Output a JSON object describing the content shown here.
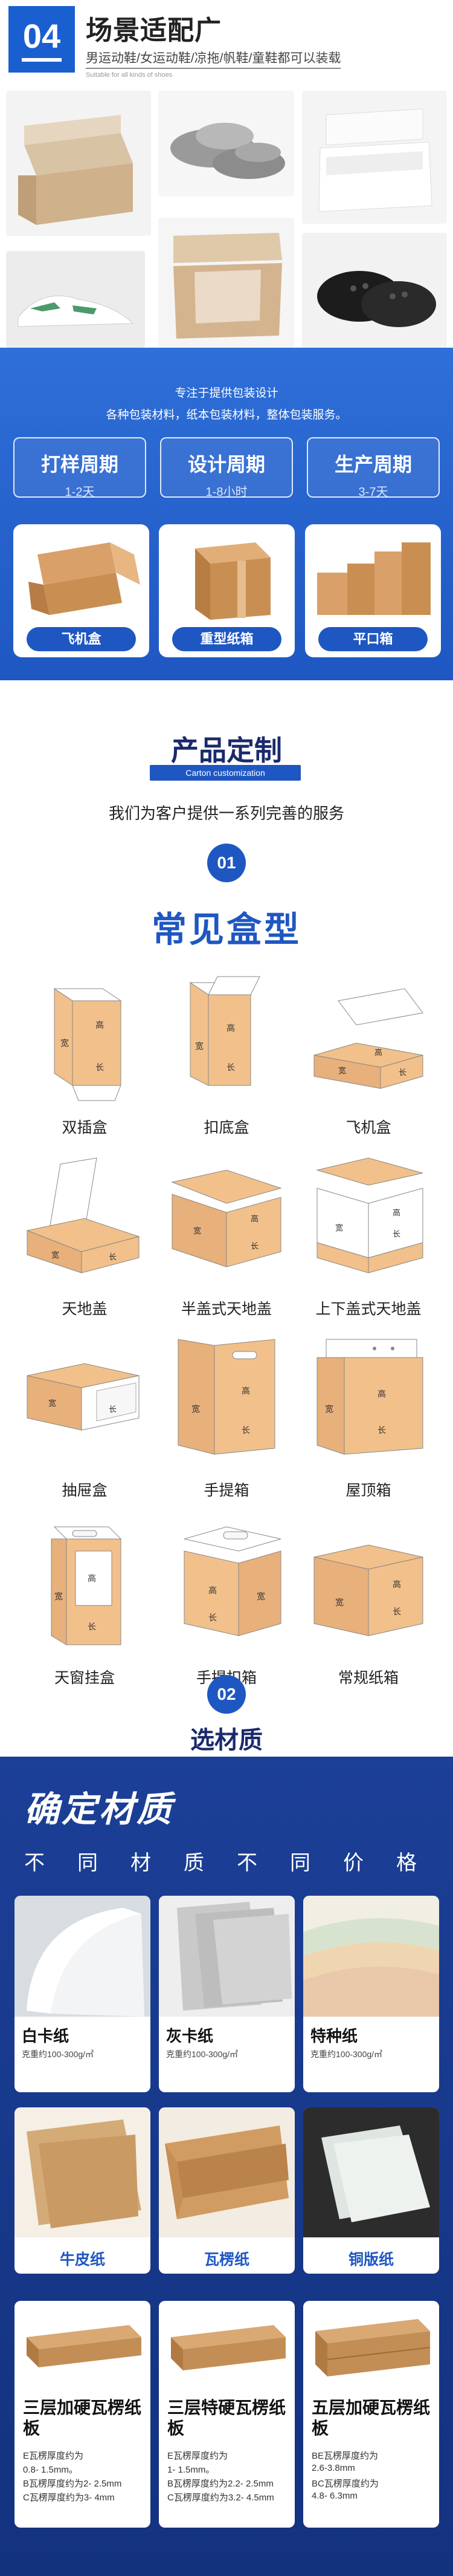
{
  "scene": {
    "number": "04",
    "title": "场景适配广",
    "subtitle": "男运动鞋/女运动鞋/凉拖/帆鞋/童鞋都可以装载",
    "subtitle_en": "Suitable for all kinds of shoes"
  },
  "design": {
    "line1": "专注于提供包装设计",
    "line2": "各种包装材料，纸本包装材料，整体包装服务。",
    "cycles": [
      {
        "title": "打样周期",
        "value": "1-2天"
      },
      {
        "title": "设计周期",
        "value": "1-8小时"
      },
      {
        "title": "生产周期",
        "value": "3-7天"
      }
    ],
    "box_types": [
      {
        "label": "飞机盒"
      },
      {
        "label": "重型纸箱"
      },
      {
        "label": "平口箱"
      }
    ]
  },
  "custom": {
    "title": "产品定制",
    "title_en": "Carton customization",
    "desc": "我们为客户提供一系列完善的服务",
    "step1": "01",
    "heading": "常见盒型",
    "box_labels": [
      "双插盒",
      "扣底盒",
      "飞机盒",
      "天地盖",
      "半盖式天地盖",
      "上下盖式天地盖",
      "抽屉盒",
      "手提箱",
      "屋顶箱",
      "天窗挂盒",
      "手提扣箱",
      "常规纸箱"
    ],
    "dim_labels": {
      "w": "宽",
      "h": "高",
      "l": "长"
    },
    "step2": "02",
    "step2_title": "选材质"
  },
  "material": {
    "title": "确定材质",
    "subtitle_chars": [
      "不",
      "同",
      "材",
      "质",
      "不",
      "同",
      "价",
      "格"
    ],
    "papers": [
      {
        "name": "白卡纸",
        "desc": "克重约100-300g/㎡"
      },
      {
        "name": "灰卡纸",
        "desc": "克重约100-300g/㎡"
      },
      {
        "name": "特种纸",
        "desc": "克重约100-300g/㎡"
      }
    ],
    "papers2": [
      {
        "name": "牛皮纸"
      },
      {
        "name": "瓦楞纸"
      },
      {
        "name": "铜版纸"
      }
    ],
    "flutes": [
      {
        "name": "三层加硬瓦楞纸板",
        "lines": [
          "E瓦楞厚度约为",
          "0.8- 1.5mm。",
          "B瓦楞厚度约为2- 2.5mm",
          "C瓦楞厚度约为3- 4mm"
        ]
      },
      {
        "name": "三层特硬瓦楞纸板",
        "lines": [
          "E瓦楞厚度约为",
          "1- 1.5mm。",
          "B瓦楞厚度约为2.2- 2.5mm",
          "C瓦楞厚度约为3.2- 4.5mm"
        ]
      },
      {
        "name": "五层加硬瓦楞纸板",
        "lines": [
          "BE瓦楞厚度约为",
          "2.6-3.8mm",
          "BC瓦楞厚度约为",
          "4.8- 6.3mm"
        ]
      }
    ]
  },
  "colors": {
    "primary": "#1f57c2",
    "navy": "#13327e",
    "kraft": "#f2c08a",
    "kraft_dark": "#c98f52"
  }
}
